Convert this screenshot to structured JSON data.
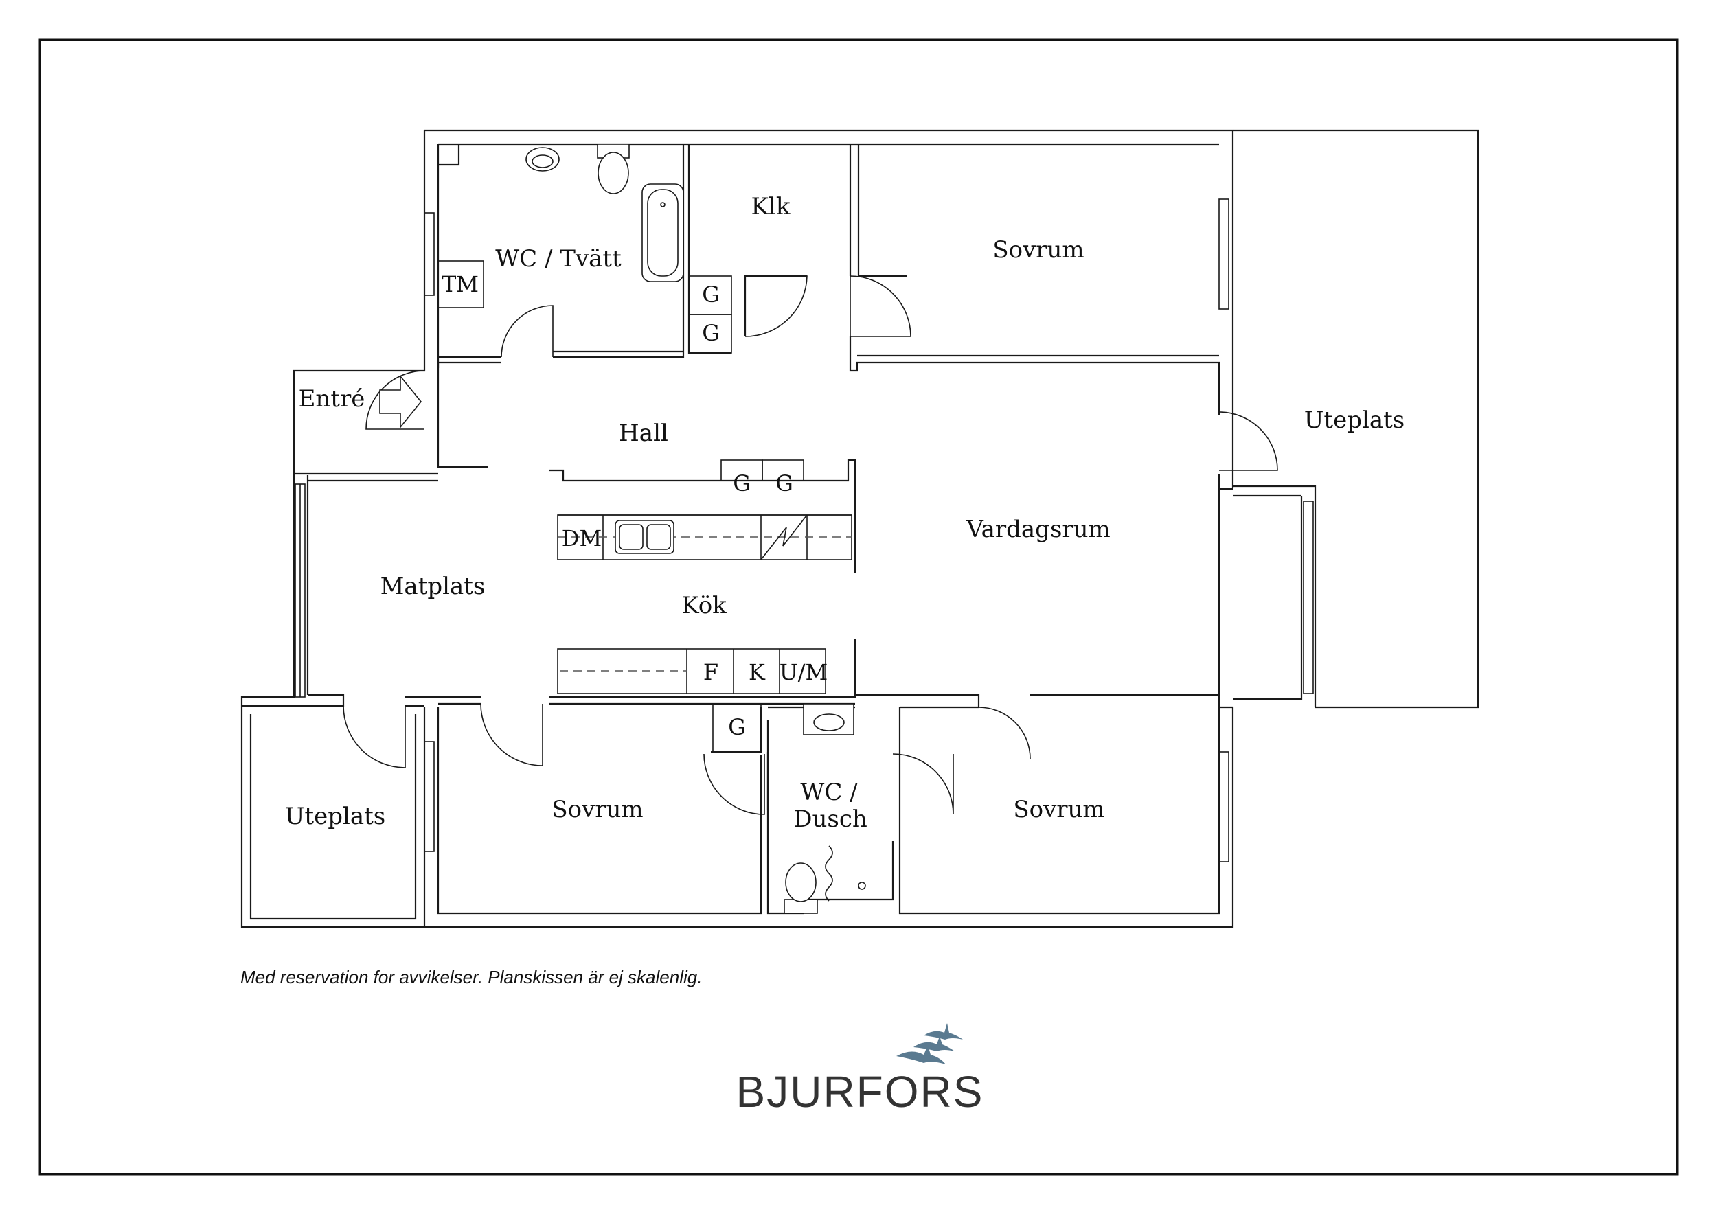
{
  "rooms": {
    "klk": "Klk",
    "sovrum_top": "Sovrum",
    "wc_tvatt": "WC / Tvätt",
    "entre": "Entré",
    "hall": "Hall",
    "uteplats_right": "Uteplats",
    "vardagsrum": "Vardagsrum",
    "matplats": "Matplats",
    "kok": "Kök",
    "uteplats_left": "Uteplats",
    "sovrum_left": "Sovrum",
    "wc_dusch_1": "WC /",
    "wc_dusch_2": "Dusch",
    "sovrum_right": "Sovrum"
  },
  "fixtures": {
    "tm": "TM",
    "g_klk_1": "G",
    "g_klk_2": "G",
    "g_hall_1": "G",
    "g_hall_2": "G",
    "dm": "DM",
    "f": "F",
    "k": "K",
    "um": "U/M",
    "g_wc": "G"
  },
  "footer": {
    "disclaimer": "Med reservation for avvikelser. Planskissen är ej skalenlig."
  },
  "brand": {
    "name": "BJURFORS",
    "logo_color": "#5a7a90"
  }
}
